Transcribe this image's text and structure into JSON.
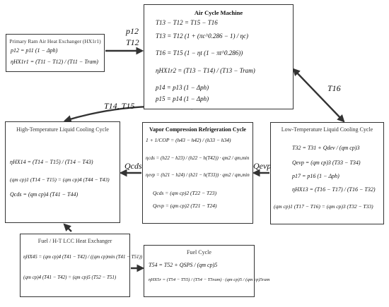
{
  "boxes": {
    "air_cycle_machine": {
      "title": "Air Cycle Machine",
      "equations": [
        "T13 − T12 = T15 − T16",
        "T13 = T12 (1 + (πc^0.286 − 1) / ηc)",
        "T16 = T15 (1 − ηt (1 − πt^0.286))",
        "ηHX1r2 = (T13 − T14) / (T13 − Tram)",
        "p14 = p13 (1 − Δph)",
        "p15 = p14 (1 − Δph)"
      ]
    },
    "primary_ram": {
      "title": "Primary Ram Air Heat Exchanger (HX1r1)",
      "equations": [
        "p12 = p11 (1 − Δph)",
        "ηHX1r1 = (T11 − T12) / (T11 − Tram)"
      ]
    },
    "high_temp": {
      "title": "High-Temperature Liquid Cooling Cycle",
      "equations": [
        "ηHX14 = (T14 − T15) / (T14 − T43)",
        "(qm cp)1 (T14 − T15) = (qm cp)4 (T44 − T43)",
        "Qcds = (qm cp)4 (T41 − T44)"
      ]
    },
    "vapor_compression": {
      "title": "Vapor Compression Refrigeration Cycle",
      "equations": [
        "1 + 1/COP = (h43 − h42) / (h33 − h34)",
        "ηcds = (h22 − h23) / (h22 − h(T42)) · qm2 / qm,min",
        "ηevp = (h21 − h24) / (h21 − h(T33)) · qm2 / qm,min",
        "Qcds = (qm cp)2 (T22 − T23)",
        "Qevp = (qm cp)2 (T21 − T24)"
      ]
    },
    "low_temp": {
      "title": "Low-Temperature Liquid Cooling Cycle",
      "equations": [
        "T32 = T31 + Qdev / (qm cp)3",
        "Qevp = (qm cp)3 (T33 − T34)",
        "p17 = p16 (1 − Δph)",
        "ηHX13 = (T16 − T17) / (T16 − T32)",
        "(qm cp)1 (T17 − T16) = (qm cp)3 (T32 − T33)"
      ]
    },
    "fuel_ht": {
      "title": "Fuel / H-T LCC Heat Exchanger",
      "equations": [
        "ηHX45 = (qm cp)4 (T41 − T42) / ((qm cp)min (T41 − T51))",
        "(qm cp)4 (T41 − T42) = (qm cp)5 (T52 − T51)"
      ]
    },
    "fuel_cycle": {
      "title": "Fuel Cycle",
      "equations": [
        "T54 = T52 + QSPS / (qm cp)5",
        "ηHX5r = (T54 − T55) / (T54 − T5ram) · (qm cp)5 / (qm cp)5ram"
      ]
    }
  },
  "labels": {
    "p12": "p12",
    "t12": "T12",
    "t16": "T16",
    "t14_t15": "T14, T15",
    "qcds": "Qcds",
    "qevp": "Qevp"
  }
}
